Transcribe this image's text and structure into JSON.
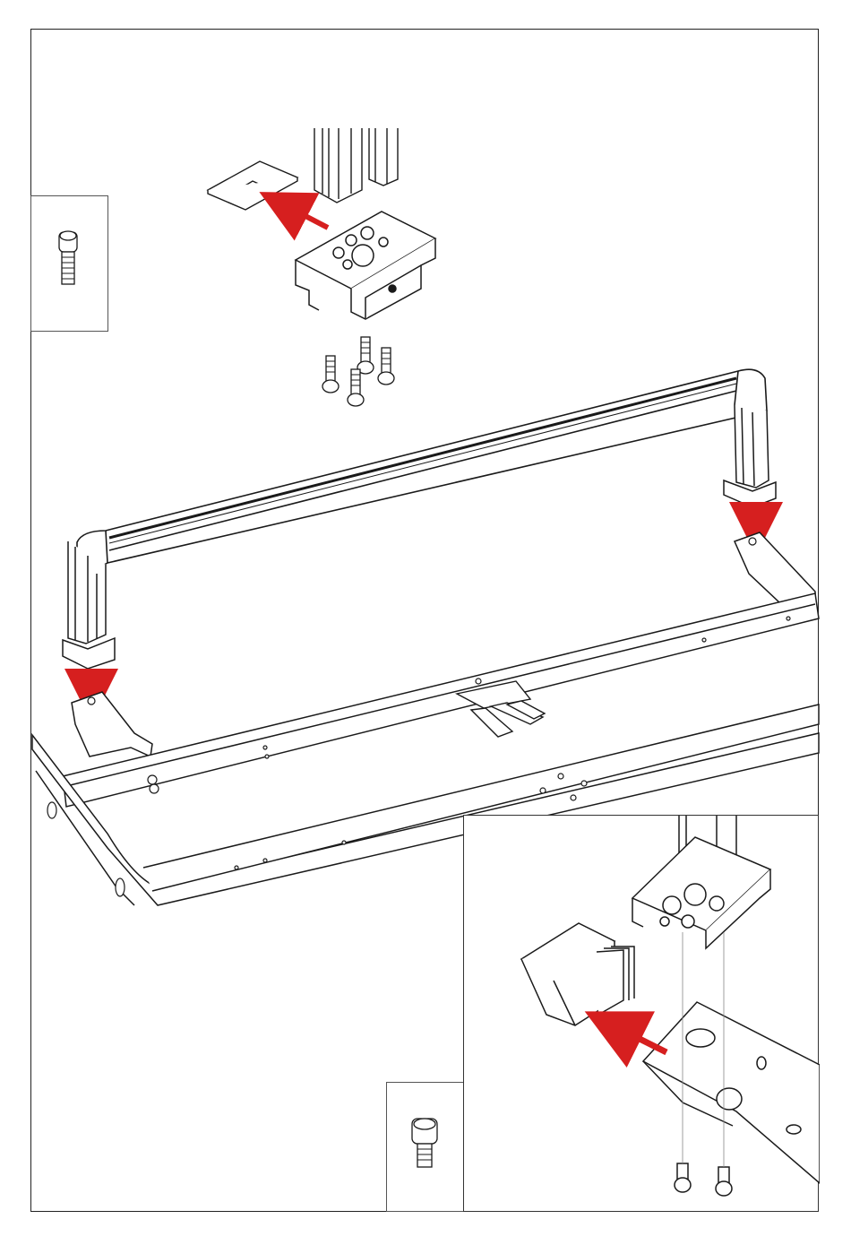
{
  "page": {
    "background": "#ffffff",
    "line_color": "#1a1a1a",
    "arrow_color": "#d61f1f"
  },
  "callouts": [
    {
      "icon": "socket-head-screw-icon",
      "count_visible": 1
    },
    {
      "icon": "socket-head-screw-icon",
      "count_visible": 1
    }
  ],
  "steps": [
    {
      "icon": "end-cap-removal-arrow"
    },
    {
      "icon": "frame-insert-arrow-left"
    },
    {
      "icon": "frame-insert-arrow-right"
    },
    {
      "icon": "end-plug-insert-arrow"
    }
  ]
}
